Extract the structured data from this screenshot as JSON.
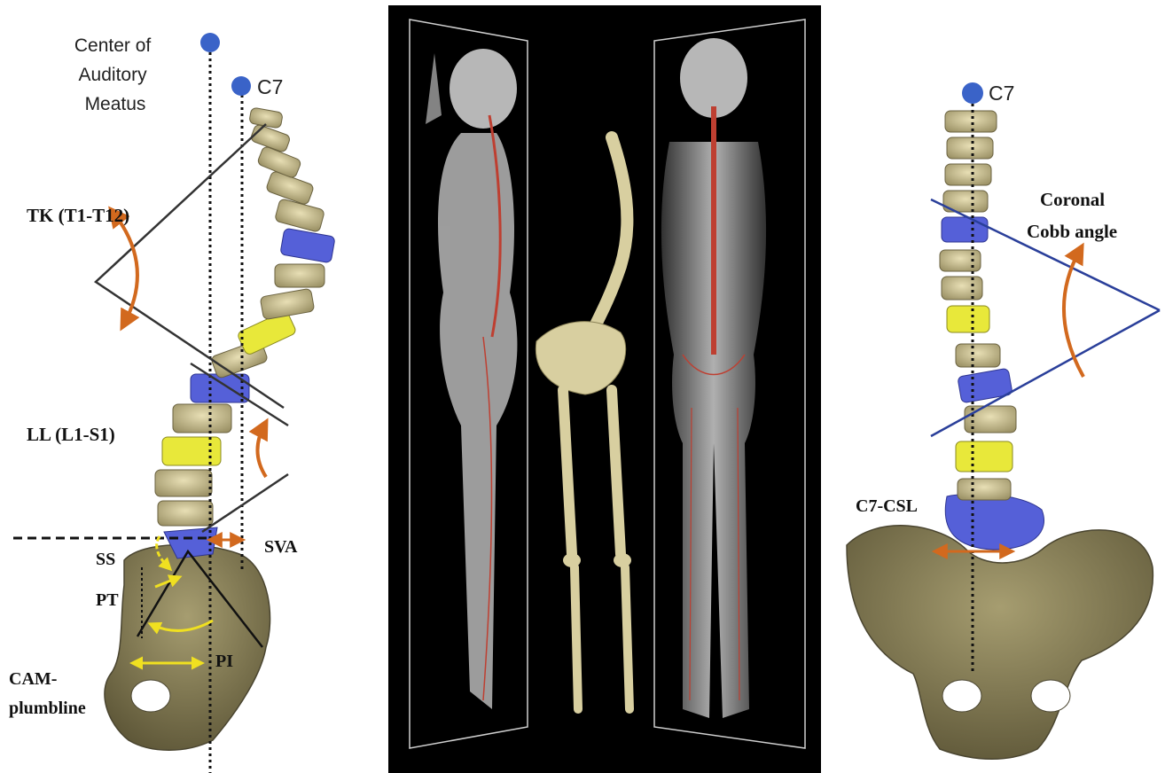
{
  "left_panel": {
    "cam_label": [
      "Center of",
      "Auditory",
      "Meatus"
    ],
    "c7_label": "C7",
    "tk_label": "TK (T1-T12)",
    "ll_label": "LL (L1-S1)",
    "sva_label": "SVA",
    "ss_label": "SS",
    "pt_label": "PT",
    "pi_label": "PI",
    "cam_plumbline_label": [
      "CAM-",
      "plumbline"
    ]
  },
  "right_panel": {
    "c7_label": "C7",
    "cobb_label": [
      "Coronal",
      "Cobb angle"
    ],
    "csl_label": "C7-CSL"
  },
  "colors": {
    "bone": "#d8cfa0",
    "bone_dark": "#8c8358",
    "highlight_blue": "#5560d8",
    "highlight_yellow": "#e8e83a",
    "marker_blue": "#3a63c8",
    "arrow_orange": "#d2691e",
    "cobb_line_blue": "#2a3f9a",
    "xray_red": "#e04a3a"
  }
}
